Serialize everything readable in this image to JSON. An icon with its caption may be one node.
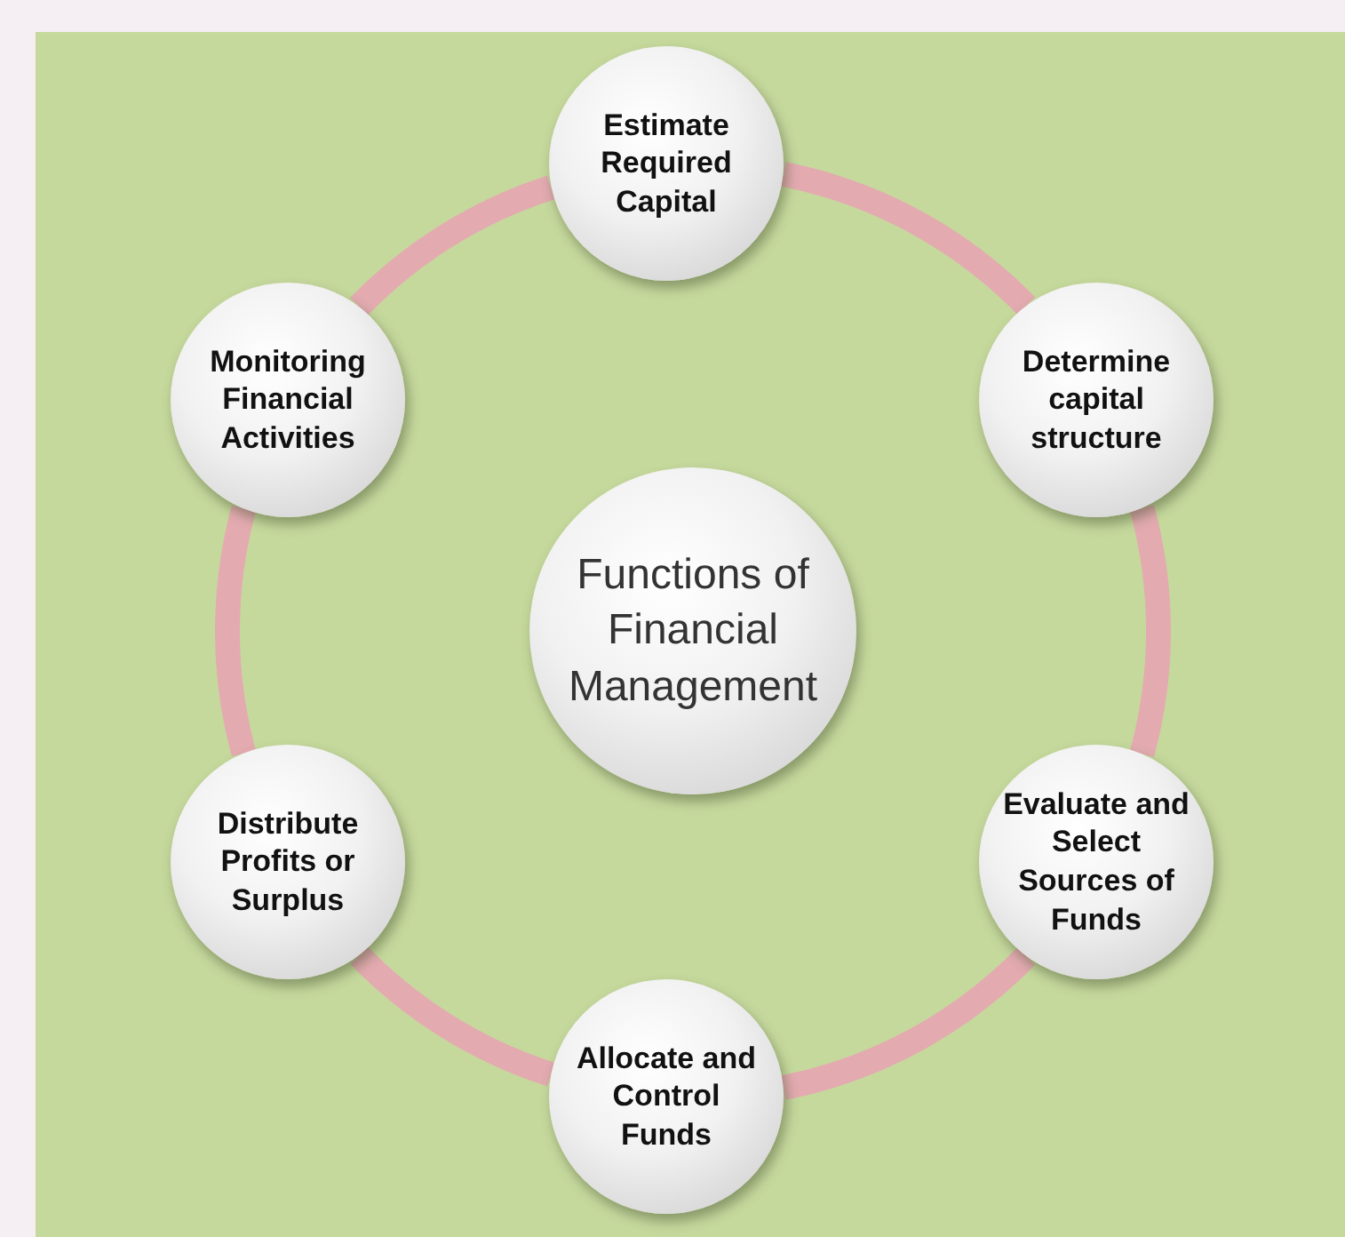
{
  "diagram": {
    "nodes": [
      {
        "text": [
          "Functions of Financial Management"
        ]
      },
      {
        "text": [
          "Estimate Required Capital"
        ]
      },
      {
        "text": [
          "Determine capital structure"
        ]
      },
      {
        "text": [
          "Evaluate and Select Sources of Funds"
        ]
      },
      {
        "text": [
          "Allocate and Control Funds"
        ]
      },
      {
        "text": [
          "Distribute Profits or Surplus"
        ]
      },
      {
        "text": [
          "Monitoring Financial Activities"
        ]
      }
    ],
    "edges": [
      {
        "from": 1,
        "to": 2,
        "arrow": "none"
      },
      {
        "from": 2,
        "to": 3,
        "arrow": "none"
      },
      {
        "from": 3,
        "to": 4,
        "arrow": "none"
      },
      {
        "from": 4,
        "to": 5,
        "arrow": "none"
      },
      {
        "from": 5,
        "to": 6,
        "arrow": "none"
      },
      {
        "from": 6,
        "to": 1,
        "arrow": "none"
      }
    ]
  }
}
